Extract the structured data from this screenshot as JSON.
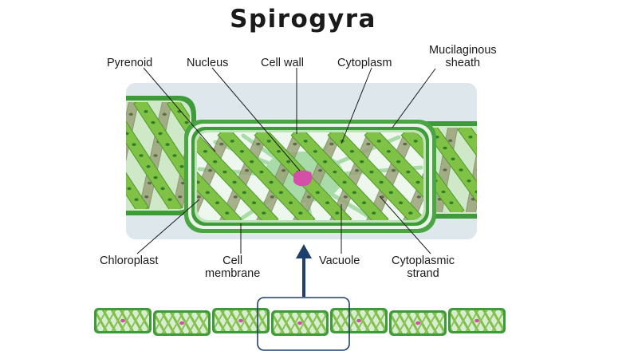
{
  "title": "Spirogyra",
  "labels": {
    "pyrenoid": "Pyrenoid",
    "nucleus": "Nucleus",
    "cell_wall": "Cell wall",
    "cytoplasm": "Cytoplasm",
    "mucilaginous_line1": "Mucilaginous",
    "mucilaginous_line2": "sheath",
    "chloroplast": "Chloroplast",
    "cell_membrane_line1": "Cell",
    "cell_membrane_line2": "membrane",
    "vacuole": "Vacuole",
    "cytoplasmic_strand_line1": "Cytoplasmic",
    "cytoplasmic_strand_line2": "strand"
  },
  "colors": {
    "panel": "#dde7ec",
    "cell_wall": "#3f9a3a",
    "cytoplasm": "#a9dba8",
    "vacuole": "#eef7ee",
    "chloroplast": "#7fc245",
    "chloroplast_shade": "#9aa37a",
    "pyrenoid": "#2f7d2a",
    "nucleus": "#d44fa8",
    "arrow": "#1d3f6b"
  },
  "filament_cells": 7
}
